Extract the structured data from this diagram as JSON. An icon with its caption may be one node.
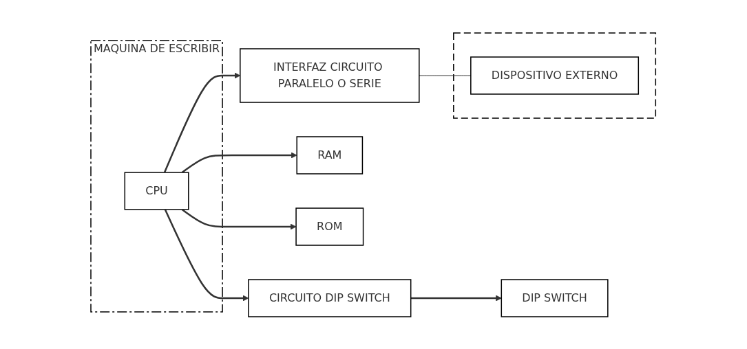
{
  "diagram": {
    "nodes": [
      {
        "text": [
          "MAQUINA DE ESCRIBIR"
        ]
      },
      {
        "text": [
          "CPU"
        ],
        "in": 0
      },
      {
        "text": [
          "INTERFAZ CIRCUITO PARALELO O SERIE"
        ]
      },
      {
        "text": [],
        "shape": "box"
      },
      {
        "text": [
          "DISPOSITIVO EXTERNO"
        ],
        "in": 3
      },
      {
        "text": [
          "RAM"
        ]
      },
      {
        "text": [
          "ROM"
        ]
      },
      {
        "text": [
          "CIRCUITO DIP SWITCH"
        ]
      },
      {
        "text": [
          "DIP SWITCH"
        ]
      }
    ],
    "edges": [
      {
        "from": 1,
        "to": 5,
        "arrow": "to"
      },
      {
        "from": 1,
        "to": 6,
        "arrow": "to"
      },
      {
        "from": 1,
        "to": 2,
        "arrow": "to"
      },
      {
        "from": 1,
        "to": 7,
        "arrow": "to"
      },
      {
        "from": 2,
        "to": 4,
        "arrow": "none"
      },
      {
        "from": 7,
        "to": 8,
        "arrow": "to"
      }
    ]
  }
}
